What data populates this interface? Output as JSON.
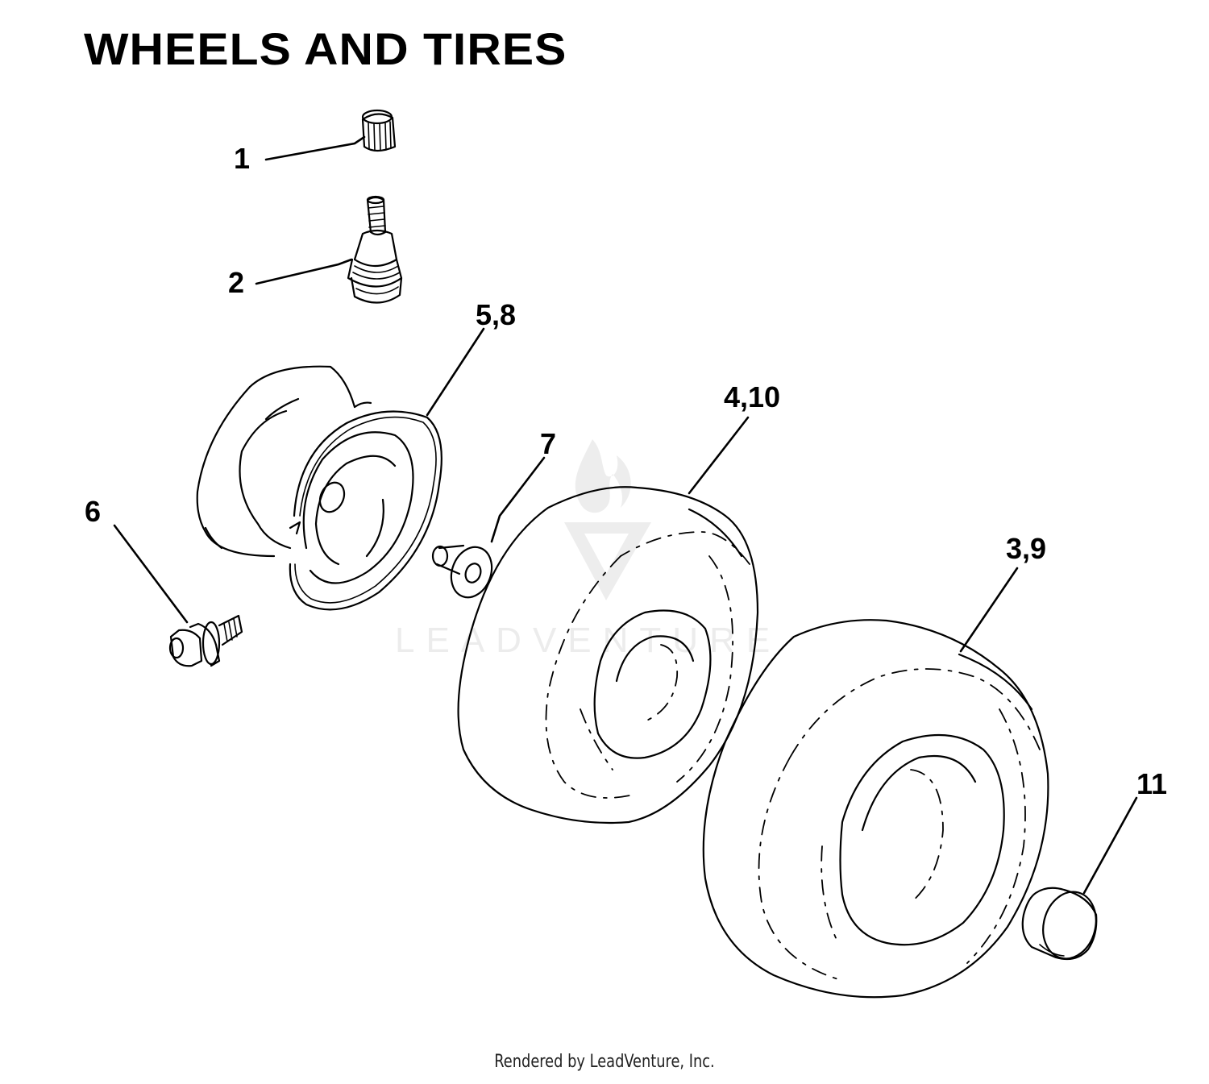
{
  "title": "WHEELS AND TIRES",
  "callouts": {
    "c1": "1",
    "c2": "2",
    "c58": "5,8",
    "c7": "7",
    "c6": "6",
    "c410": "4,10",
    "c39": "3,9",
    "c11": "11"
  },
  "watermark": "LEADVENTURE",
  "footer": "Rendered by LeadVenture, Inc."
}
